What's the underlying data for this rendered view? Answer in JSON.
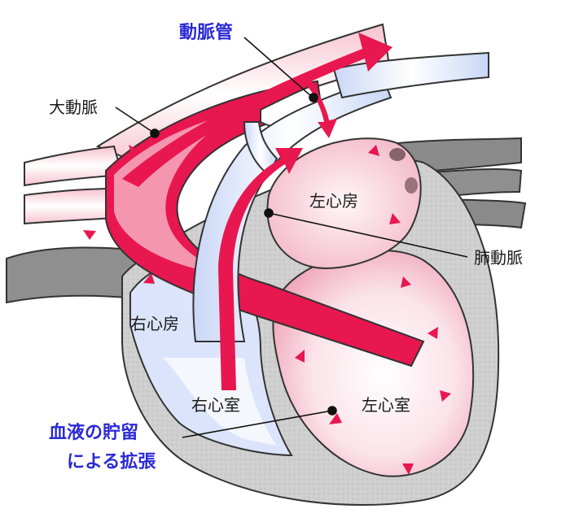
{
  "labels": {
    "ductus_arteriosus": "動脈管",
    "aorta": "大動脈",
    "left_atrium": "左心房",
    "pulmonary_artery": "肺動脈",
    "right_atrium": "右心房",
    "right_ventricle": "右心室",
    "left_ventricle": "左心室",
    "blood_pooling_line1": "血液の貯留",
    "blood_pooling_line2": "による拡張"
  },
  "colors": {
    "label_highlight": "#2a2ad6",
    "arterial_red": "#e8174f",
    "venous_blue": "#9cb6ef",
    "pericardium_gray": "#c9c9c9",
    "vessel_gray": "#8e8e8e"
  }
}
